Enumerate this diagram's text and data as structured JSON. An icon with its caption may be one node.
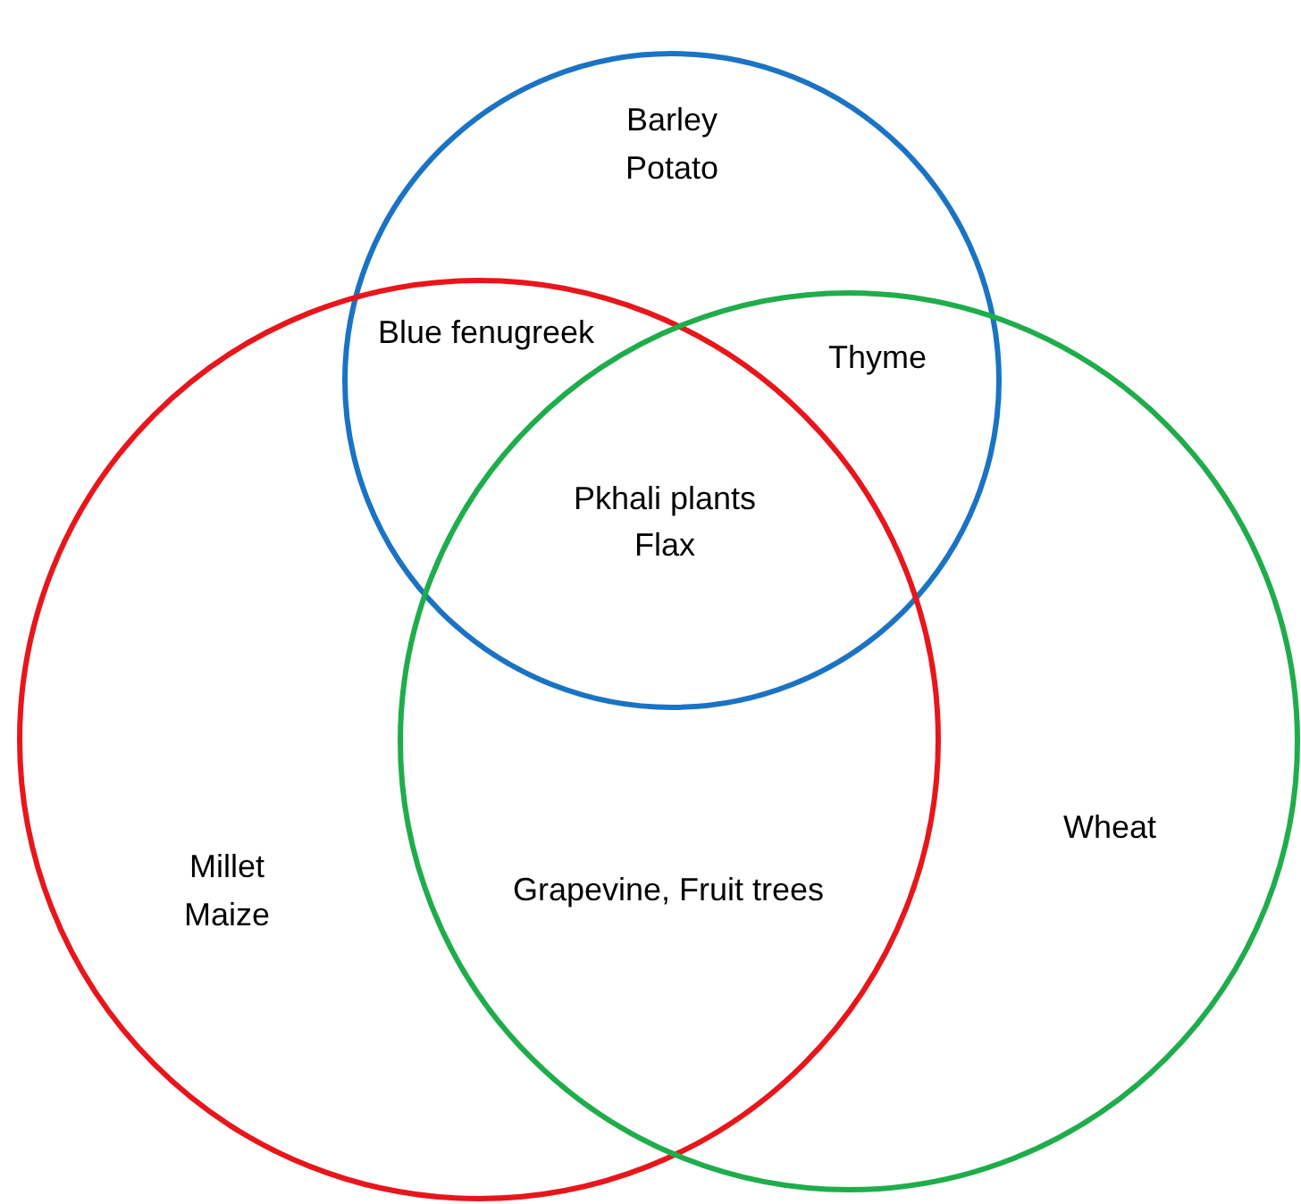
{
  "diagram": {
    "nodes": [
      {
        "text": [],
        "shape": "circle"
      },
      {
        "text": [],
        "shape": "circle"
      },
      {
        "text": [],
        "shape": "circle"
      }
    ],
    "edges": [],
    "labels": [
      "Barley",
      "Potato",
      "Blue fenugreek",
      "Thyme",
      "Pkhali plants",
      "Flax",
      "Wheat",
      "Millet",
      "Maize",
      "Grapevine, Fruit trees"
    ]
  }
}
